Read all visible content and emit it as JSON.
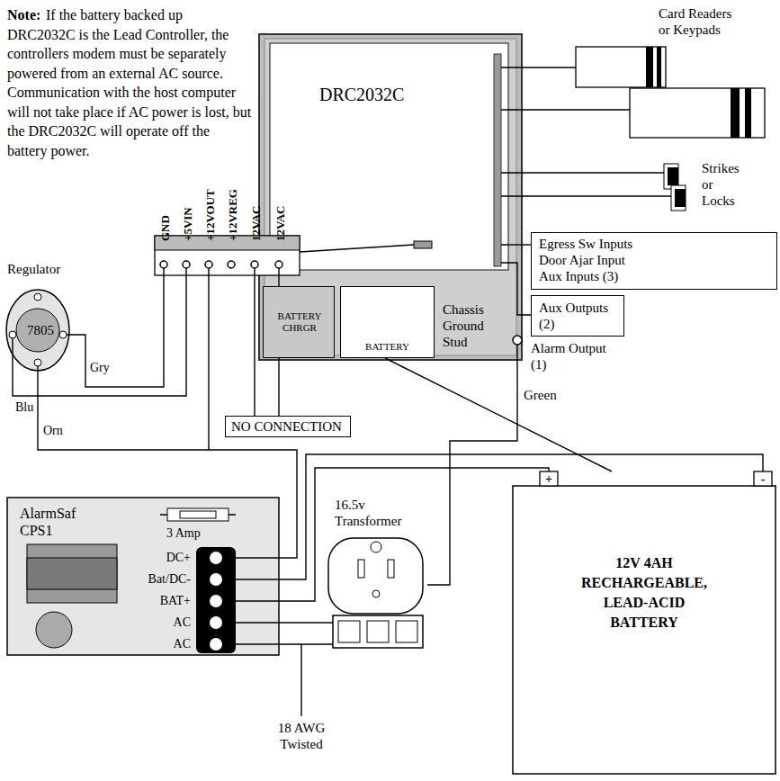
{
  "diagram": {
    "nodes": [
      {
        "text": [
          "Chassis Ground Stud"
        ]
      },
      {
        "text": [
          "DRC2032C"
        ],
        "in": 0
      },
      {
        "text": [
          "BATTERY CHRGR"
        ],
        "in": 0
      },
      {
        "text": [
          "BATTERY"
        ],
        "in": 0
      },
      {
        "text": [
          "Egress Sw Inputs",
          "Door Ajar Input",
          "Aux Inputs (3)"
        ]
      },
      {
        "text": [
          "Aux Outputs (2)"
        ]
      },
      {
        "text": [
          "Regulator",
          "7805"
        ]
      },
      {
        "text": [
          "NO CONNECTION"
        ]
      },
      {
        "text": [
          "AlarmSaf CPS1"
        ]
      },
      {
        "text": [
          "16.5v Transformer"
        ]
      },
      {
        "text": [
          "12V 4AH RECHARGEABLE, LEAD-ACID BATTERY"
        ]
      }
    ],
    "edges": [
      {
        "from": 1,
        "to": 4,
        "arrow": "none"
      },
      {
        "from": 1,
        "to": 5,
        "arrow": "none"
      },
      {
        "from": 3,
        "to": 10,
        "arrow": "none"
      },
      {
        "from": 8,
        "to": 9,
        "arrow": "none"
      },
      {
        "from": 8,
        "to": 9,
        "arrow": "none"
      },
      {
        "from": 8,
        "to": 10,
        "arrow": "none"
      },
      {
        "from": 8,
        "to": 10,
        "arrow": "none"
      }
    ],
    "labels": [
      "Note:",
      "If the battery backed up DRC2032C is the Lead Controller, the controllers modem must be separately powered from an external AC source. Communication with the host computer will not take place if AC power is lost, but the DRC2032C will operate off the battery power.",
      "Card Readers or Keypads",
      "Strikes or Locks",
      "GND",
      "+5VIN",
      "+12VOUT",
      "+12VREG",
      "12VAC",
      "12VAC",
      "Blu",
      "Gry",
      "Orn",
      "Alarm Output (1)",
      "Green",
      "3 Amp",
      "DC+",
      "Bat/DC-",
      "BAT+",
      "AC",
      "AC",
      "18 AWG Twisted",
      "+",
      "-"
    ]
  }
}
